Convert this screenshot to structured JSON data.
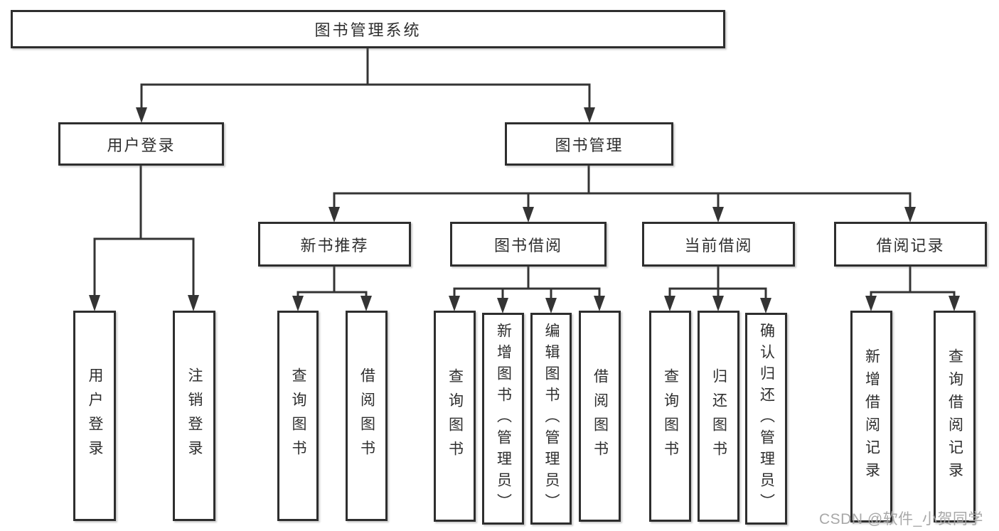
{
  "tree": {
    "label": "图书管理系统",
    "children": [
      {
        "label": "用户登录",
        "children": [
          {
            "label": "用户登录"
          },
          {
            "label": "注销登录"
          }
        ]
      },
      {
        "label": "图书管理",
        "children": [
          {
            "label": "新书推荐",
            "children": [
              {
                "label": "查询图书"
              },
              {
                "label": "借阅图书"
              }
            ]
          },
          {
            "label": "图书借阅",
            "children": [
              {
                "label": "查询图书"
              },
              {
                "label": "新增图书（管理员）"
              },
              {
                "label": "编辑图书（管理员）"
              },
              {
                "label": "借阅图书"
              }
            ]
          },
          {
            "label": "当前借阅",
            "children": [
              {
                "label": "查询图书"
              },
              {
                "label": "归还图书"
              },
              {
                "label": "确认归还（管理员）"
              }
            ]
          },
          {
            "label": "借阅记录",
            "children": [
              {
                "label": "新增借阅记录"
              },
              {
                "label": "查询借阅记录"
              }
            ]
          }
        ]
      }
    ]
  },
  "watermark": {
    "text": "CSDN @软件_小贺同学"
  },
  "colors": {
    "line": "#343434",
    "box_border": "#2e2e2e",
    "text": "#2f2f2f",
    "background": "#ffffff",
    "watermark": "#a3a3a3"
  }
}
